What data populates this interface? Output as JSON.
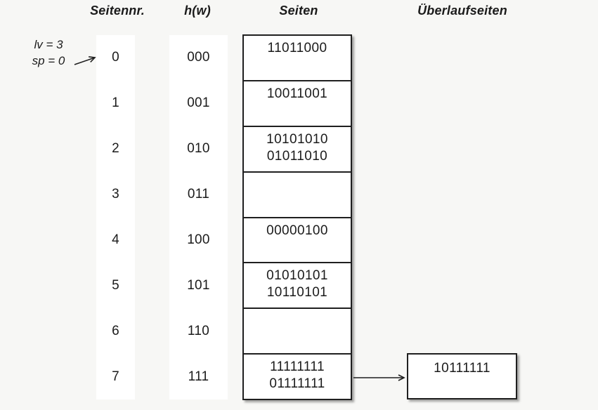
{
  "diagram": {
    "headers": {
      "page_no": "Seitennr.",
      "hash_fn": "h(w)",
      "pages": "Seiten",
      "overflow": "Überlaufseiten"
    },
    "annotation": {
      "line1": "lv = 3",
      "line2": "sp = 0"
    },
    "rows": [
      {
        "page": "0",
        "hash": "000",
        "entries": [
          "11011000"
        ]
      },
      {
        "page": "1",
        "hash": "001",
        "entries": [
          "10011001"
        ]
      },
      {
        "page": "2",
        "hash": "010",
        "entries": [
          "10101010",
          "01011010"
        ]
      },
      {
        "page": "3",
        "hash": "011",
        "entries": []
      },
      {
        "page": "4",
        "hash": "100",
        "entries": [
          "00000100"
        ]
      },
      {
        "page": "5",
        "hash": "101",
        "entries": [
          "01010101",
          "10110101"
        ]
      },
      {
        "page": "6",
        "hash": "110",
        "entries": []
      },
      {
        "page": "7",
        "hash": "111",
        "entries": [
          "11111111",
          "01111111"
        ]
      }
    ],
    "overflow_page": {
      "value": "10111111",
      "linked_page": "7"
    },
    "colors": {
      "background": "#f7f7f5",
      "box_fill": "#ffffff",
      "border": "#1f1f1f",
      "text": "#1b1b1b"
    }
  }
}
